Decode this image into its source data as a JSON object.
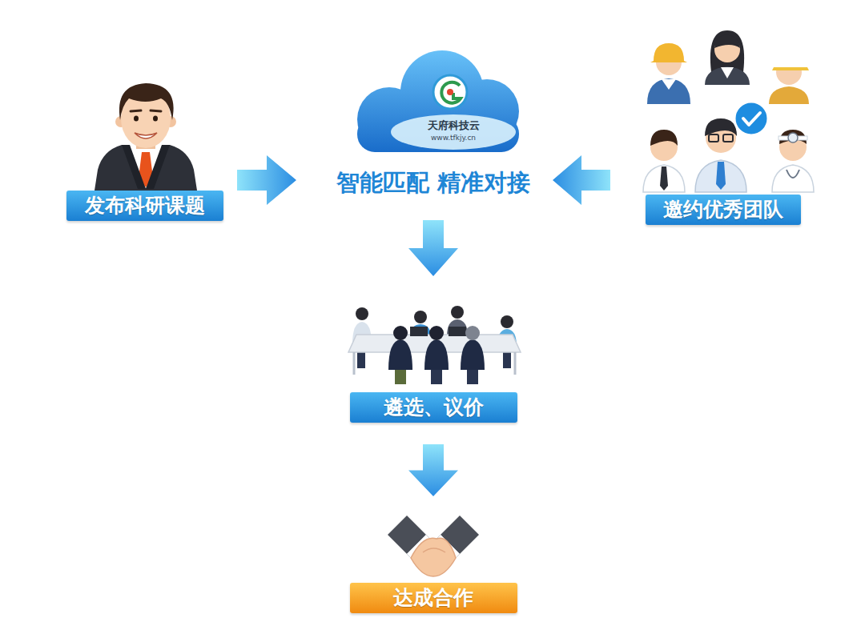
{
  "diagram": {
    "nodes": [
      {
        "text": [
          "发布科研课题"
        ]
      },
      {
        "text": [
          "天府科技云",
          "www.tfkjy.cn",
          "智能匹配 精准对接"
        ]
      },
      {
        "text": [
          "邀约优秀团队"
        ]
      },
      {
        "text": [
          "遴选、议价"
        ]
      },
      {
        "text": [
          "达成合作"
        ]
      }
    ],
    "edges": [
      {
        "from": 0,
        "to": 1,
        "arrow": "to"
      },
      {
        "from": 2,
        "to": 1,
        "arrow": "to"
      },
      {
        "from": 1,
        "to": 3,
        "arrow": "to"
      },
      {
        "from": 3,
        "to": 4,
        "arrow": "to"
      }
    ]
  }
}
